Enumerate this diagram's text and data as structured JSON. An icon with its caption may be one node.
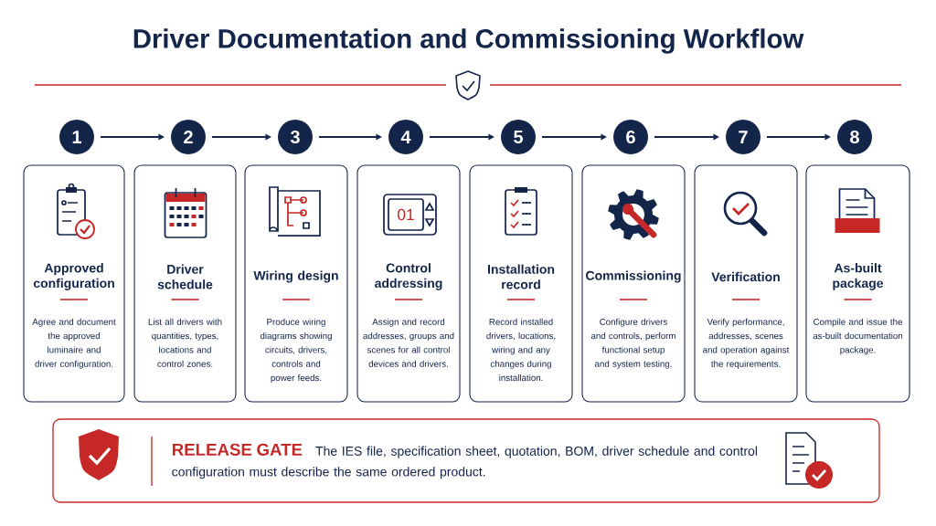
{
  "diagram": {
    "title": "Driver Documentation and Commissioning Workflow",
    "nodes": [
      {
        "text": [
          "1"
        ]
      },
      {
        "text": [
          "2"
        ]
      },
      {
        "text": [
          "3"
        ]
      },
      {
        "text": [
          "4"
        ]
      },
      {
        "text": [
          "5"
        ]
      },
      {
        "text": [
          "6"
        ]
      },
      {
        "text": [
          "7"
        ]
      },
      {
        "text": [
          "8"
        ]
      },
      {
        "text": [
          "Approved configuration",
          "Agree and document the approved luminaire and driver configuration."
        ]
      },
      {
        "text": [
          "Driver schedule",
          "List all drivers with quantities, types, locations and control zones."
        ]
      },
      {
        "text": [
          "Wiring design",
          "Produce wiring diagrams showing circuits, drivers, controls and power feeds."
        ]
      },
      {
        "text": [
          "Control addressing",
          "Assign and record addresses, groups and scenes for all control devices and drivers."
        ]
      },
      {
        "text": [
          "Installation record",
          "Record installed drivers, locations, wiring and any changes during installation."
        ]
      },
      {
        "text": [
          "Commissioning",
          "Configure drivers and controls, perform functional setup and system testing."
        ]
      },
      {
        "text": [
          "Verification",
          "Verify performance, addresses, scenes and operation against the requirements."
        ]
      },
      {
        "text": [
          "As-built package",
          "Compile and issue the as-built documentation package."
        ]
      },
      {
        "text": [
          "RELEASE GATE",
          "The IES file, specification sheet, quotation, BOM, driver schedule and control configuration must describe the same ordered product."
        ]
      }
    ],
    "edges": [
      {
        "from": 0,
        "to": 1,
        "arrow": "to"
      },
      {
        "from": 1,
        "to": 2,
        "arrow": "to"
      },
      {
        "from": 2,
        "to": 3,
        "arrow": "to"
      },
      {
        "from": 3,
        "to": 4,
        "arrow": "to"
      },
      {
        "from": 4,
        "to": 5,
        "arrow": "to"
      },
      {
        "from": 5,
        "to": 6,
        "arrow": "to"
      },
      {
        "from": 6,
        "to": 7,
        "arrow": "to"
      }
    ],
    "labels": [
      "01"
    ]
  }
}
